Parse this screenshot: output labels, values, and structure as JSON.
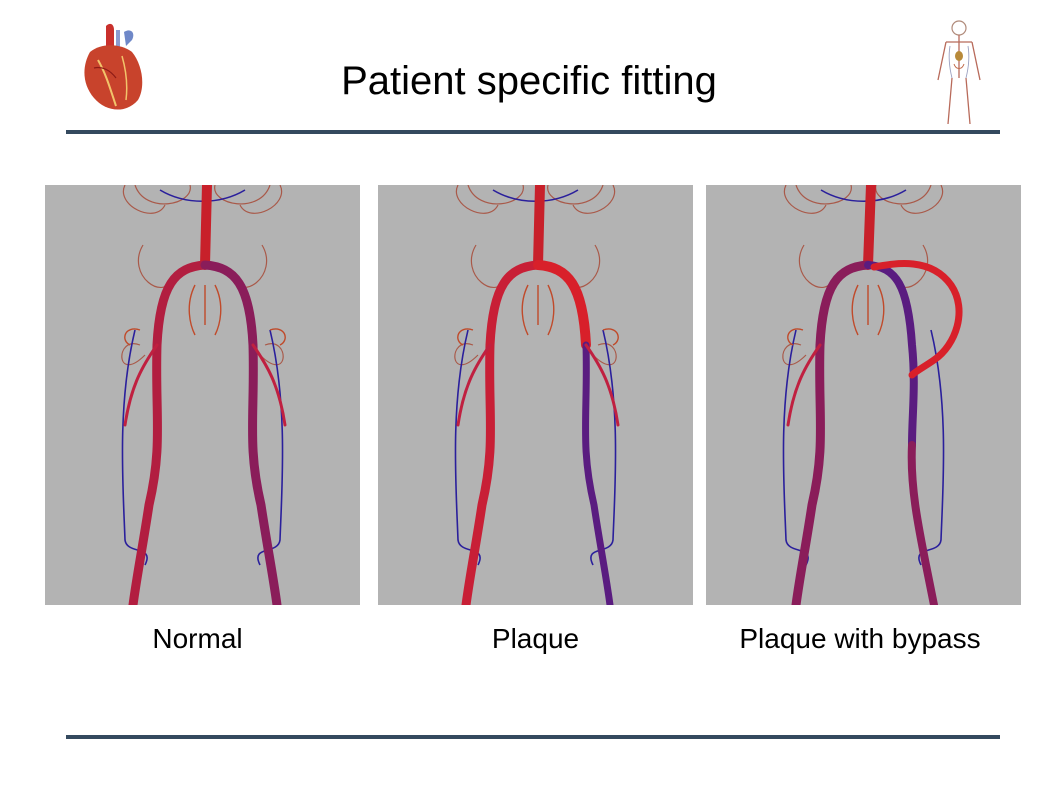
{
  "slide": {
    "title": "Patient specific fitting",
    "colors": {
      "rule": "#34495e",
      "panel_bg": "#b3b3b3",
      "artery": "#d4202e",
      "vein": "#2a1f9c",
      "mixed": "#7a1a6a"
    },
    "icons": [
      "heart-icon",
      "human-body-icon"
    ]
  },
  "panels": [
    {
      "caption": "Normal"
    },
    {
      "caption": "Plaque"
    },
    {
      "caption": "Plaque with bypass"
    }
  ]
}
